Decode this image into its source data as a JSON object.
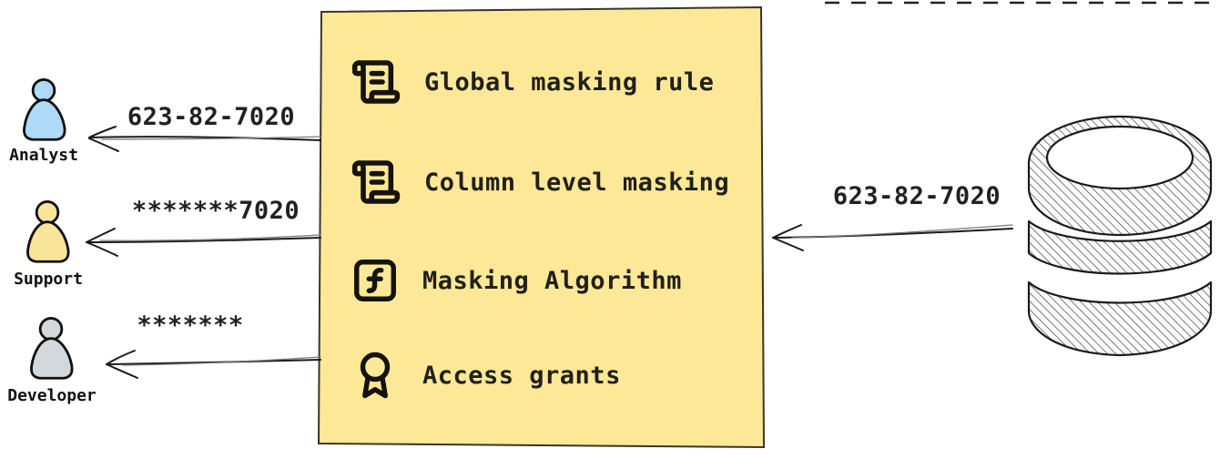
{
  "diagram": {
    "title_hint": "data masking flow diagram",
    "personas": [
      {
        "name": "Analyst",
        "icon": "person-icon",
        "color": "#AED9F7",
        "received_value": "623-82-7020"
      },
      {
        "name": "Support",
        "icon": "person-icon",
        "color": "#F8E59A",
        "received_value": "*******7020"
      },
      {
        "name": "Developer",
        "icon": "person-icon",
        "color": "#D3D8DD",
        "received_value": "*******"
      }
    ],
    "masking_box": {
      "background": "#FCE896",
      "border_color": "#3b342a",
      "items": [
        {
          "icon": "scroll-text-icon",
          "label": "Global masking rule"
        },
        {
          "icon": "scroll-text-icon",
          "label": "Column level masking"
        },
        {
          "icon": "function-square-icon",
          "label": "Masking Algorithm"
        },
        {
          "icon": "award-icon",
          "label": "Access grants"
        }
      ]
    },
    "database": {
      "icon": "database-icon",
      "outgoing_value": "623-82-7020"
    }
  }
}
